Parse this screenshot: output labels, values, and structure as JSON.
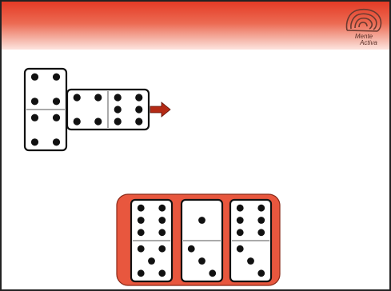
{
  "logo": {
    "line1": "Mente",
    "line2": "Activa",
    "icon": "brain-maze-icon"
  },
  "colors": {
    "header_top": "#e43b26",
    "header_bottom": "#fde4de",
    "tray_fill": "#e8573e",
    "arrow": "#b42a15",
    "tile_border": "#111111",
    "pip": "#111111"
  },
  "puzzle": {
    "placed_tiles": [
      {
        "id": "vertical-4-4",
        "orientation": "vertical",
        "halves": [
          4,
          4
        ]
      },
      {
        "id": "horizontal-4-6",
        "orientation": "horizontal",
        "halves": [
          4,
          6
        ]
      }
    ],
    "arrow_direction": "right",
    "answer_options": [
      {
        "id": "option-1",
        "halves": [
          6,
          5
        ]
      },
      {
        "id": "option-2",
        "halves": [
          1,
          3
        ]
      },
      {
        "id": "option-3",
        "halves": [
          6,
          3
        ]
      }
    ]
  }
}
